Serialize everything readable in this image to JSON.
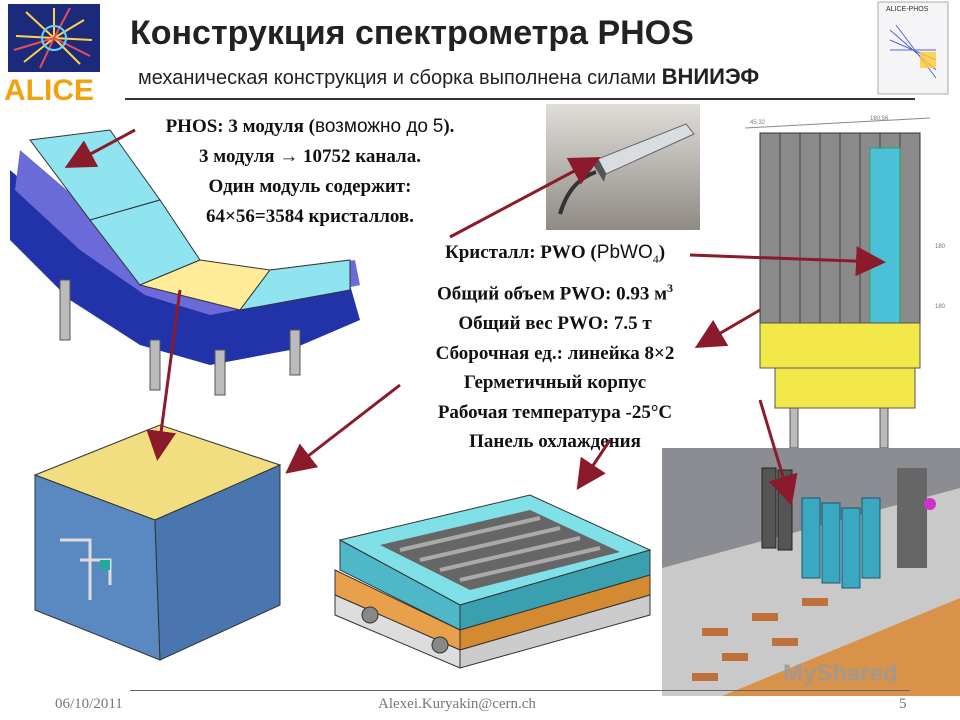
{
  "header": {
    "title": "Конструкция спектрометра PHOS",
    "subtitle_prefix": "механическая конструкция и сборка выполнена силами",
    "subtitle_org": "ВНИИЭФ",
    "logo_left_text": "ALICE",
    "logo_right_text": "ALICE-PHOS"
  },
  "left_block": {
    "line1_a": "PHOS: 3 модуля (",
    "line1_b": "возможно до",
    "line1_c": "5",
    "line1_d": ").",
    "line2_a": "3 модуля",
    "line2_arrow": "→",
    "line2_b": "10752 канала.",
    "line3": "Один модуль содержит:",
    "line4": "64×56=3584 кристаллов."
  },
  "crystal_block": {
    "line1_a": "Кристалл: PWO (",
    "line1_b": "PbWO",
    "line1_sub": "4",
    "line1_c": ")",
    "line2_a": "Общий объем PWO: 0.93 м",
    "line2_sup": "3",
    "line3": "Общий вес PWO: 7.5 т",
    "line4": "Сборочная ед.: линейка 8×2",
    "line5": "Герметичный корпус",
    "line6": "Рабочая температура -25°C",
    "line7": "Панель охлаждения"
  },
  "drawing": {
    "dim_top_a": "45.32",
    "dim_top_b": "180.56",
    "dim_side_a": "180",
    "dim_side_b": "180"
  },
  "footer": {
    "date": "06/10/2011",
    "email": "Alexei.Kuryakin@cern.ch",
    "page": "5",
    "watermark": "MyShared"
  }
}
